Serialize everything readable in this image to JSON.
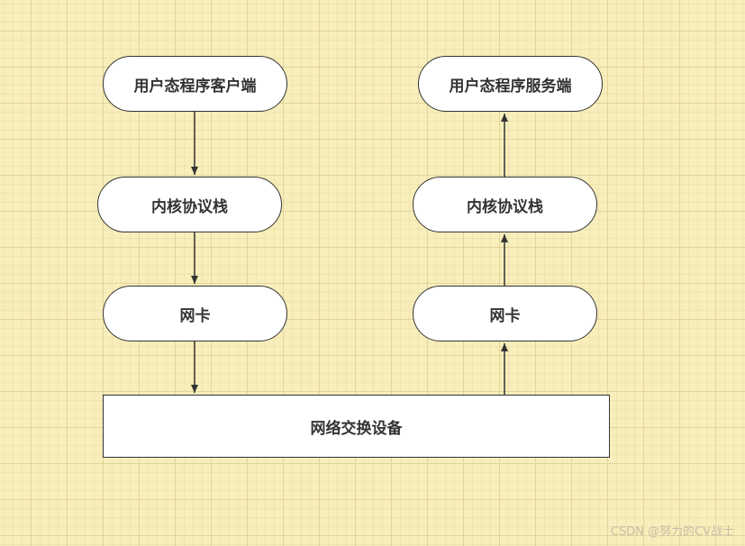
{
  "diagram": {
    "client": {
      "user_program": "用户态程序客户端",
      "kernel_stack": "内核协议栈",
      "nic": "网卡"
    },
    "server": {
      "user_program": "用户态程序服务端",
      "kernel_stack": "内核协议栈",
      "nic": "网卡"
    },
    "switch_device": "网络交换设备",
    "edge_color": "#333333",
    "node_fill": "#ffffff",
    "background_color": "#f8eebb"
  },
  "watermark": "CSDN @努力的CV战士"
}
